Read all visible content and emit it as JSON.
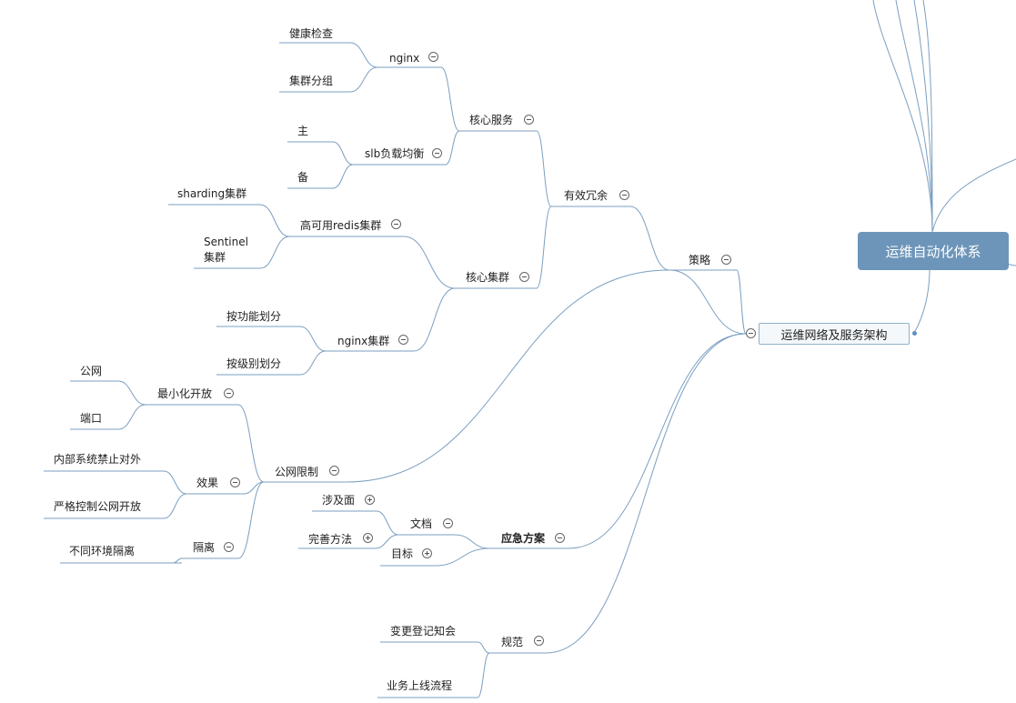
{
  "colors": {
    "line": "#7b9fc0",
    "root_fill": "#6d95b9",
    "accent": "#5b8fc0"
  },
  "root": {
    "label": "运维自动化体系"
  },
  "center": {
    "label": "运维网络及服务架构"
  },
  "nodes": {
    "celue": "策略",
    "youxiao": "有效冗余",
    "hexin_fuwu": "核心服务",
    "nginx": "nginx",
    "jiankang": "健康检查",
    "jiqun_fenzu": "集群分组",
    "slb": "slb负载均衡",
    "zhu": "主",
    "bei": "备",
    "hexin_jiqun": "核心集群",
    "redis": "高可用redis集群",
    "sharding": "sharding集群",
    "sentinel_1": "Sentinel",
    "sentinel_2": "集群",
    "nginx_jiqun": "nginx集群",
    "gongneng": "按功能划分",
    "jibie": "按级别划分",
    "gongwang_xianzhi": "公网限制",
    "zuixiaohua": "最小化开放",
    "gongwang": "公网",
    "duankou": "端口",
    "xiaoguo": "效果",
    "neibu": "内部系统禁止对外",
    "yange": "严格控制公网开放",
    "geli": "隔离",
    "butong": "不同环境隔离",
    "yingji": "应急方案",
    "wendang": "文档",
    "sheji": "涉及面",
    "wanshan": "完善方法",
    "mubiao": "目标",
    "guifan": "规范",
    "biangeng": "变更登记知会",
    "yewu": "业务上线流程"
  }
}
